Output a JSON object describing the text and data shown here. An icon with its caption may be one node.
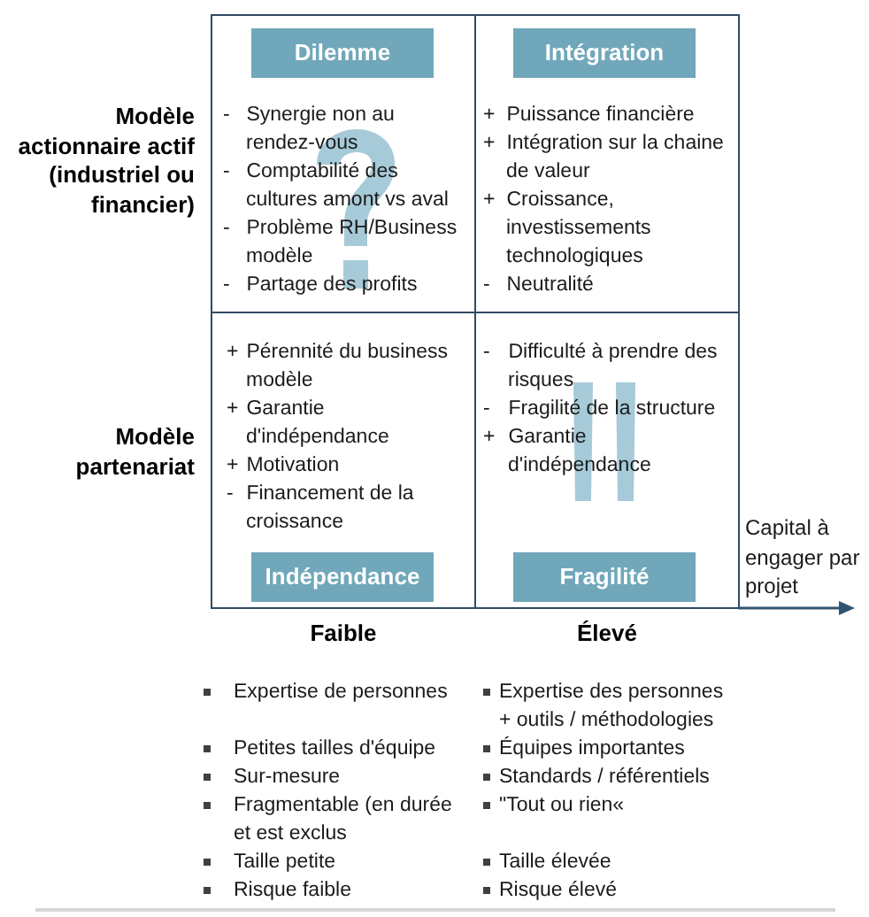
{
  "diagram": {
    "nodes": [
      {
        "text": [
          "- Synergie non au rendez-vous",
          "- Comptabilité des cultures amont vs aval",
          "- Problème RH/Business modèle",
          "- Partage des profits"
        ]
      },
      {
        "text": [
          "Dilemme"
        ],
        "in": 0
      },
      {
        "text": [
          "+ Puissance financière",
          "+ Intégration sur la chaine de valeur",
          "+ Croissance, investissements technologiques",
          "- Neutralité"
        ]
      },
      {
        "text": [
          "Intégration"
        ],
        "in": 2
      },
      {
        "text": [
          "+ Pérennité du business modèle",
          "+ Garantie d'indépendance",
          "+ Motivation",
          "- Financement de la croissance"
        ]
      },
      {
        "text": [
          "Indépendance"
        ],
        "in": 4
      },
      {
        "text": [
          "- Difficulté à prendre des risques",
          "- Fragilité de la structure",
          "+ Garantie d'indépendance"
        ]
      },
      {
        "text": [
          "Fragilité"
        ],
        "in": 6
      }
    ],
    "labels": [
      "Modèle actionnaire actif (industriel ou financier)",
      "Modèle partenariat",
      "Capital à engager par projet",
      "Faible",
      "Élevé",
      "Expertise de personnes",
      "Expertise des personnes + outils / méthodologies",
      "Petites tailles d'équipe",
      "Équipes importantes",
      "Sur-mesure",
      "Standards / référentiels",
      "Fragmentable (en durée et est exclus",
      "\"Tout ou rien«",
      "Taille petite",
      "Taille élevée",
      "Risque faible",
      "Risque élevé"
    ]
  }
}
